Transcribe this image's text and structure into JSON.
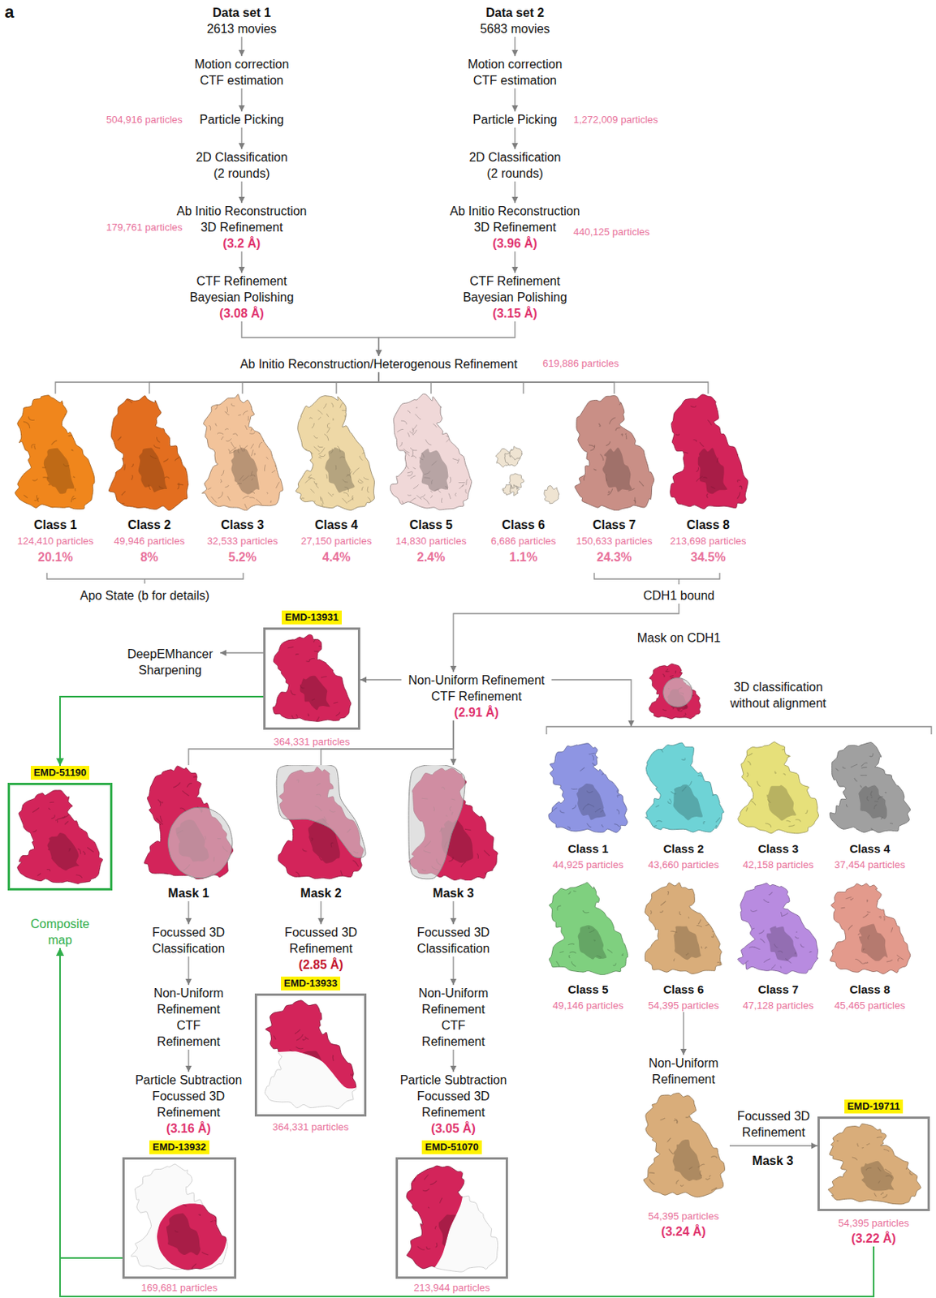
{
  "diagram": {
    "nodes": [
      {
        "text": [
          "Data set 1",
          "2613 movies"
        ]
      },
      {
        "text": [
          "Motion correction CTF estimation"
        ]
      },
      {
        "text": [
          "Particle Picking"
        ]
      },
      {
        "text": [
          "2D Classification (2 rounds)"
        ]
      },
      {
        "text": [
          "Ab Initio Reconstruction 3D Refinement",
          "(3.2 Å)"
        ]
      },
      {
        "text": [
          "CTF Refinement Bayesian Polishing",
          "(3.08 Å)"
        ]
      },
      {
        "text": [
          "Data set 2",
          "5683 movies"
        ]
      },
      {
        "text": [
          "Motion correction CTF estimation"
        ]
      },
      {
        "text": [
          "Particle Picking"
        ]
      },
      {
        "text": [
          "2D Classification (2 rounds)"
        ]
      },
      {
        "text": [
          "Ab Initio Reconstruction 3D Refinement",
          "(3.96 Å)"
        ]
      },
      {
        "text": [
          "CTF Refinement Bayesian Polishing",
          "(3.15 Å)"
        ]
      },
      {
        "text": [
          "Ab Initio Reconstruction/Heterogenous Refinement"
        ]
      },
      {
        "text": [
          "Class 1",
          "124,410 particles",
          "20.1%"
        ]
      },
      {
        "text": [
          "Class 2",
          "49,946 particles",
          "8%"
        ]
      },
      {
        "text": [
          "Class 3",
          "32,533 particles",
          "5.2%"
        ]
      },
      {
        "text": [
          "Class 4",
          "27,150 particles",
          "4.4%"
        ]
      },
      {
        "text": [
          "Class 5",
          "14,830 particles",
          "2.4%"
        ]
      },
      {
        "text": [
          "Class 6",
          "6,686 particles",
          "1.1%"
        ]
      },
      {
        "text": [
          "Class 7",
          "150,633 particles",
          "24.3%"
        ]
      },
      {
        "text": [
          "Class 8",
          "213,698 particles",
          "34.5%"
        ]
      },
      {
        "text": [
          "CDH1 bound"
        ]
      },
      {
        "text": [
          "EMD-13931",
          "364,331 particles"
        ]
      },
      {
        "text": [
          "DeepEMhancer Sharpening"
        ]
      },
      {
        "text": [
          "Non-Uniform Refinement CTF Refinement",
          "(2.91 Å)"
        ]
      },
      {
        "text": [
          "Mask on CDH1",
          "3D classification without alignment"
        ]
      },
      {
        "text": [
          "EMD-51190",
          "Composite map"
        ]
      },
      {
        "text": [
          "Mask 1"
        ]
      },
      {
        "text": [
          "Mask 2"
        ]
      },
      {
        "text": [
          "Mask 3"
        ]
      },
      {
        "text": [
          "Focussed 3D Classification"
        ]
      },
      {
        "text": [
          "Non-Uniform Refinement CTF Refinement"
        ]
      },
      {
        "text": [
          "Particle Subtraction Focussed 3D Refinement",
          "(3.16 Å)"
        ]
      },
      {
        "text": [
          "EMD-13932",
          "169,681 particles"
        ]
      },
      {
        "text": [
          "Focussed 3D Refinement",
          "(2.85 Å)"
        ]
      },
      {
        "text": [
          "EMD-13933",
          "364,331 particles"
        ]
      },
      {
        "text": [
          "Focussed 3D Classification"
        ]
      },
      {
        "text": [
          "Non-Uniform Refinement CTF Refinement"
        ]
      },
      {
        "text": [
          "Particle Subtraction Focussed 3D Refinement",
          "(3.05 Å)"
        ]
      },
      {
        "text": [
          "EMD-51070",
          "213,944 particles"
        ]
      },
      {
        "text": [
          "Class 1",
          "44,925 particles"
        ]
      },
      {
        "text": [
          "Class 2",
          "43,660 particles"
        ]
      },
      {
        "text": [
          "Class 3",
          "42,158 particles"
        ]
      },
      {
        "text": [
          "Class 4",
          "37,454 particles"
        ]
      },
      {
        "text": [
          "Class 5",
          "49,146 particles"
        ]
      },
      {
        "text": [
          "Class 6",
          "54,395 particles"
        ]
      },
      {
        "text": [
          "Class 7",
          "47,128 particles"
        ]
      },
      {
        "text": [
          "Class 8",
          "45,465 particles"
        ]
      },
      {
        "text": [
          "Non-Uniform Refinement",
          "54,395 particles",
          "(3.24 Å)"
        ]
      },
      {
        "text": [
          "EMD-19711",
          "54,395 particles",
          "(3.22 Å)"
        ]
      }
    ],
    "edges": [
      {
        "from": 0,
        "to": 1,
        "arrow": "to"
      },
      {
        "from": 1,
        "to": 2,
        "arrow": "to"
      },
      {
        "from": 2,
        "to": 3,
        "arrow": "to"
      },
      {
        "from": 3,
        "to": 4,
        "arrow": "to"
      },
      {
        "from": 4,
        "to": 5,
        "arrow": "to"
      },
      {
        "from": 6,
        "to": 7,
        "arrow": "to"
      },
      {
        "from": 7,
        "to": 8,
        "arrow": "to"
      },
      {
        "from": 8,
        "to": 9,
        "arrow": "to"
      },
      {
        "from": 9,
        "to": 10,
        "arrow": "to"
      },
      {
        "from": 10,
        "to": 11,
        "arrow": "to"
      },
      {
        "from": 5,
        "to": 12,
        "arrow": "to"
      },
      {
        "from": 11,
        "to": 12,
        "arrow": "to"
      },
      {
        "from": 12,
        "to": 13,
        "arrow": "none"
      },
      {
        "from": 12,
        "to": 14,
        "arrow": "none"
      },
      {
        "from": 12,
        "to": 15,
        "arrow": "none"
      },
      {
        "from": 12,
        "to": 16,
        "arrow": "none"
      },
      {
        "from": 12,
        "to": 17,
        "arrow": "none"
      },
      {
        "from": 12,
        "to": 18,
        "arrow": "none"
      },
      {
        "from": 12,
        "to": 19,
        "arrow": "none"
      },
      {
        "from": 12,
        "to": 20,
        "arrow": "none"
      },
      {
        "from": 21,
        "to": 24,
        "arrow": "to"
      },
      {
        "from": 24,
        "to": 22,
        "arrow": "to"
      },
      {
        "from": 22,
        "to": 23,
        "arrow": "to"
      },
      {
        "from": 22,
        "to": 26,
        "arrow": "to"
      },
      {
        "from": 24,
        "to": 25,
        "arrow": "to"
      },
      {
        "from": 24,
        "to": 27,
        "arrow": "none"
      },
      {
        "from": 24,
        "to": 28,
        "arrow": "none"
      },
      {
        "from": 24,
        "to": 29,
        "arrow": "to"
      },
      {
        "from": 27,
        "to": 30,
        "arrow": "to"
      },
      {
        "from": 30,
        "to": 31,
        "arrow": "to"
      },
      {
        "from": 31,
        "to": 32,
        "arrow": "to"
      },
      {
        "from": 28,
        "to": 34,
        "arrow": "to"
      },
      {
        "from": 29,
        "to": 36,
        "arrow": "to"
      },
      {
        "from": 36,
        "to": 37,
        "arrow": "to"
      },
      {
        "from": 37,
        "to": 38,
        "arrow": "to"
      },
      {
        "from": 33,
        "to": 26,
        "arrow": "to"
      },
      {
        "from": 45,
        "to": 48,
        "arrow": "to"
      },
      {
        "from": 48,
        "to": 49,
        "arrow": "to",
        "label": "Focussed 3D Refinement"
      },
      {
        "from": 49,
        "to": 26,
        "arrow": "to"
      }
    ],
    "labels": [
      "a",
      "504,916 particles",
      "179,761 particles",
      "1,272,009 particles",
      "440,125 particles",
      "619,886 particles",
      "Apo State (b for details)",
      "Mask 3"
    ]
  }
}
